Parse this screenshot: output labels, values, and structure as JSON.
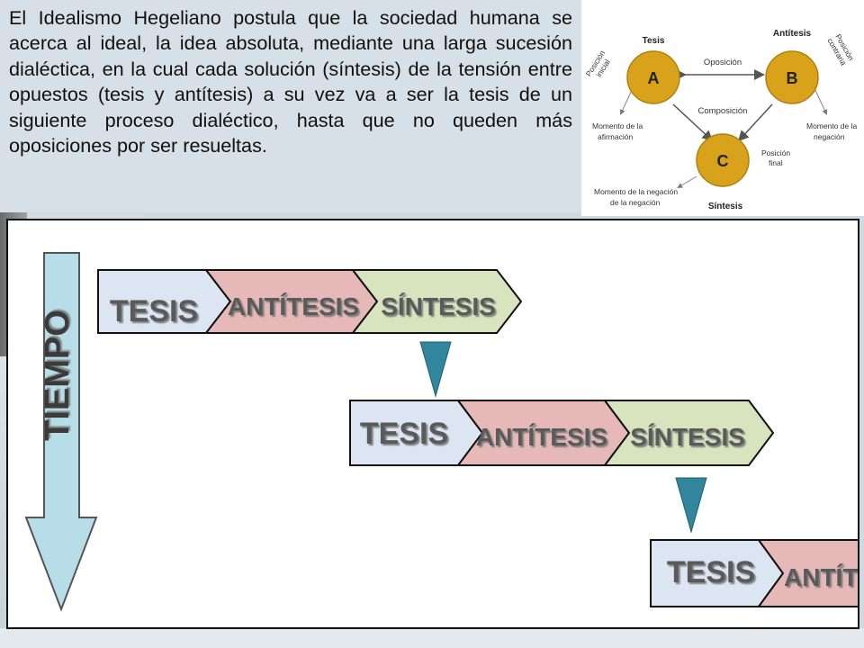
{
  "paragraph": "El Idealismo Hegeliano postula que la sociedad humana se acerca al ideal, la idea absoluta, mediante una larga sucesión dialéctica, en la cual cada solución (síntesis) de la tensión entre opuestos (tesis y antítesis) a su vez va a ser la tesis de un siguiente proceso dialéctico, hasta que no queden más oposiciones por ser resueltas.",
  "triad": {
    "tesis_label": "Tesis",
    "antitesis_label": "Antítesis",
    "sintesis_label": "Síntesis",
    "node_a": "A",
    "node_b": "B",
    "node_c": "C",
    "oposicion": "Oposición",
    "composicion": "Composición",
    "posicion_inicial_1": "Posición",
    "posicion_inicial_2": "inicial",
    "posicion_contraria_1": "Posición",
    "posicion_contraria_2": "contraria",
    "momento_afirmacion_1": "Momento de la",
    "momento_afirmacion_2": "afirmación",
    "momento_negacion_1": "Momento de la",
    "momento_negacion_2": "negación",
    "posicion_final_1": "Posición",
    "posicion_final_2": "final",
    "negacion_negacion_1": "Momento de la negación",
    "negacion_negacion_2": "de la negación",
    "node_color": "#d9a21b"
  },
  "timeline": {
    "axis_label": "TIEMPO",
    "rows": [
      {
        "tesis": "TESIS",
        "antitesis": "ANTÍTESIS",
        "sintesis": "SÍNTESIS"
      },
      {
        "tesis": "TESIS",
        "antitesis": "ANTÍTESIS",
        "sintesis": "SÍNTESIS"
      },
      {
        "tesis": "TESIS",
        "antitesis": "ANTÍTESIS"
      }
    ],
    "colors": {
      "tesis": "#dce6f2",
      "antitesis": "#e6b9b8",
      "sintesis": "#d7e4bd",
      "connector": "#31859c",
      "arrow": "#b7dee8"
    }
  }
}
